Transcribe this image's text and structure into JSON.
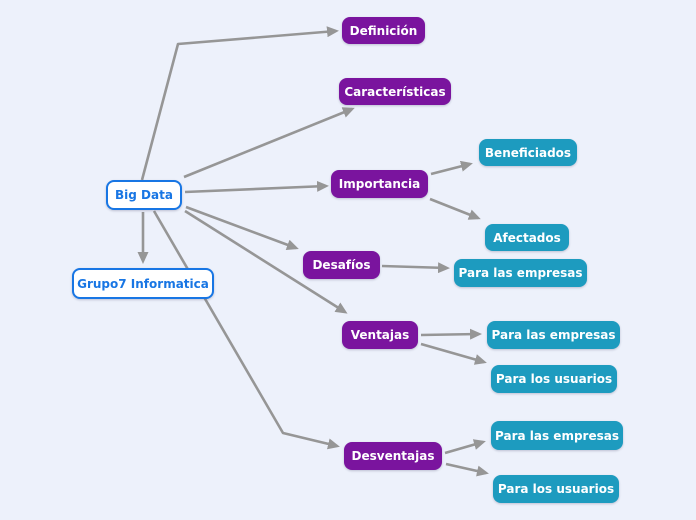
{
  "diagram": {
    "type": "concept-map",
    "topic": "Big Data"
  },
  "canvas": {
    "background": "#edf1fb"
  },
  "colors": {
    "purple": "#7a149e",
    "teal": "#1d9bbf",
    "blue": "#1876e4",
    "arrow": "#969696",
    "node_text": "#ffffff"
  },
  "nodes": {
    "big_data": {
      "label": "Big Data",
      "style": "root"
    },
    "grupo7": {
      "label": "Grupo7 Informatica",
      "style": "root"
    },
    "definicion": {
      "label": "Definición",
      "style": "purple"
    },
    "caracteristicas": {
      "label": "Características",
      "style": "purple"
    },
    "importancia": {
      "label": "Importancia",
      "style": "purple"
    },
    "beneficiados": {
      "label": "Beneficiados",
      "style": "teal"
    },
    "afectados": {
      "label": "Afectados",
      "style": "teal"
    },
    "desafios": {
      "label": "Desafíos",
      "style": "purple"
    },
    "desafios_empresas": {
      "label": "Para las empresas",
      "style": "teal"
    },
    "ventajas": {
      "label": "Ventajas",
      "style": "purple"
    },
    "ventajas_empresas": {
      "label": "Para las empresas",
      "style": "teal"
    },
    "ventajas_usuarios": {
      "label": "Para los usuarios",
      "style": "teal"
    },
    "desventajas": {
      "label": "Desventajas",
      "style": "purple"
    },
    "desventajas_empresas": {
      "label": "Para las empresas",
      "style": "teal"
    },
    "desventajas_usuarios": {
      "label": "Para los usuarios",
      "style": "teal"
    }
  },
  "edges": [
    {
      "from": "Big Data",
      "to": "Definición"
    },
    {
      "from": "Big Data",
      "to": "Características"
    },
    {
      "from": "Big Data",
      "to": "Importancia"
    },
    {
      "from": "Big Data",
      "to": "Desafíos"
    },
    {
      "from": "Big Data",
      "to": "Ventajas"
    },
    {
      "from": "Big Data",
      "to": "Desventajas"
    },
    {
      "from": "Big Data",
      "to": "Grupo7 Informatica"
    },
    {
      "from": "Importancia",
      "to": "Beneficiados"
    },
    {
      "from": "Importancia",
      "to": "Afectados"
    },
    {
      "from": "Desafíos",
      "to": "Para las empresas"
    },
    {
      "from": "Ventajas",
      "to": "Para las empresas"
    },
    {
      "from": "Ventajas",
      "to": "Para los usuarios"
    },
    {
      "from": "Desventajas",
      "to": "Para las empresas"
    },
    {
      "from": "Desventajas",
      "to": "Para los usuarios"
    }
  ]
}
